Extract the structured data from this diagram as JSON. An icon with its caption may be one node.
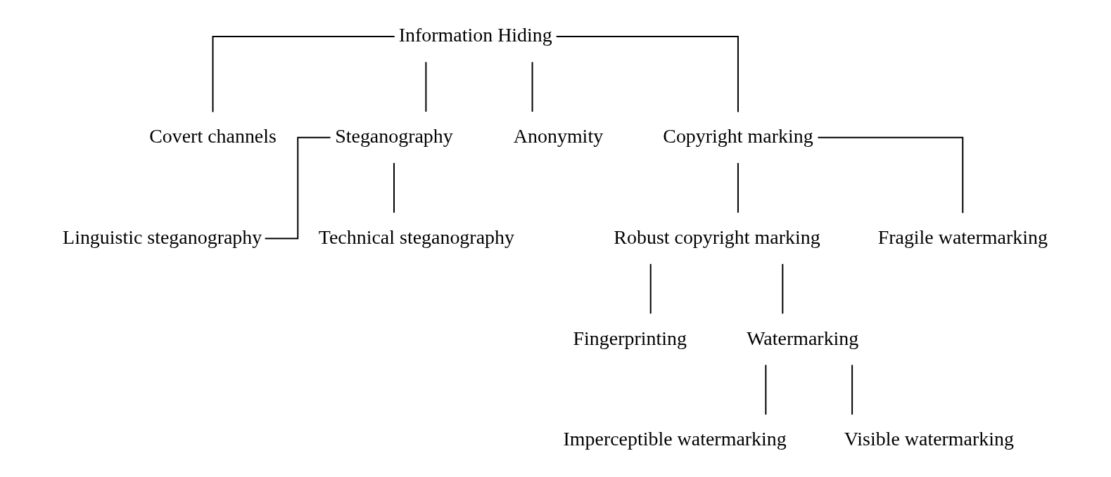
{
  "diagram": {
    "nodes": [
      {
        "text": [
          "Information Hiding"
        ]
      },
      {
        "text": [
          "Covert channels"
        ]
      },
      {
        "text": [
          "Steganography"
        ]
      },
      {
        "text": [
          "Anonymity"
        ]
      },
      {
        "text": [
          "Copyright marking"
        ]
      },
      {
        "text": [
          "Linguistic steganography"
        ]
      },
      {
        "text": [
          "Technical steganography"
        ]
      },
      {
        "text": [
          "Robust copyright marking"
        ]
      },
      {
        "text": [
          "Fragile watermarking"
        ]
      },
      {
        "text": [
          "Fingerprinting"
        ]
      },
      {
        "text": [
          "Watermarking"
        ]
      },
      {
        "text": [
          "Imperceptible watermarking"
        ]
      },
      {
        "text": [
          "Visible watermarking"
        ]
      }
    ],
    "edges": [
      {
        "from": 0,
        "to": 1,
        "arrow": "none"
      },
      {
        "from": 0,
        "to": 2,
        "arrow": "none"
      },
      {
        "from": 0,
        "to": 3,
        "arrow": "none"
      },
      {
        "from": 0,
        "to": 4,
        "arrow": "none"
      },
      {
        "from": 2,
        "to": 5,
        "arrow": "none"
      },
      {
        "from": 2,
        "to": 6,
        "arrow": "none"
      },
      {
        "from": 4,
        "to": 7,
        "arrow": "none"
      },
      {
        "from": 4,
        "to": 8,
        "arrow": "none"
      },
      {
        "from": 7,
        "to": 9,
        "arrow": "none"
      },
      {
        "from": 7,
        "to": 10,
        "arrow": "none"
      },
      {
        "from": 10,
        "to": 11,
        "arrow": "none"
      },
      {
        "from": 10,
        "to": 12,
        "arrow": "none"
      }
    ]
  }
}
